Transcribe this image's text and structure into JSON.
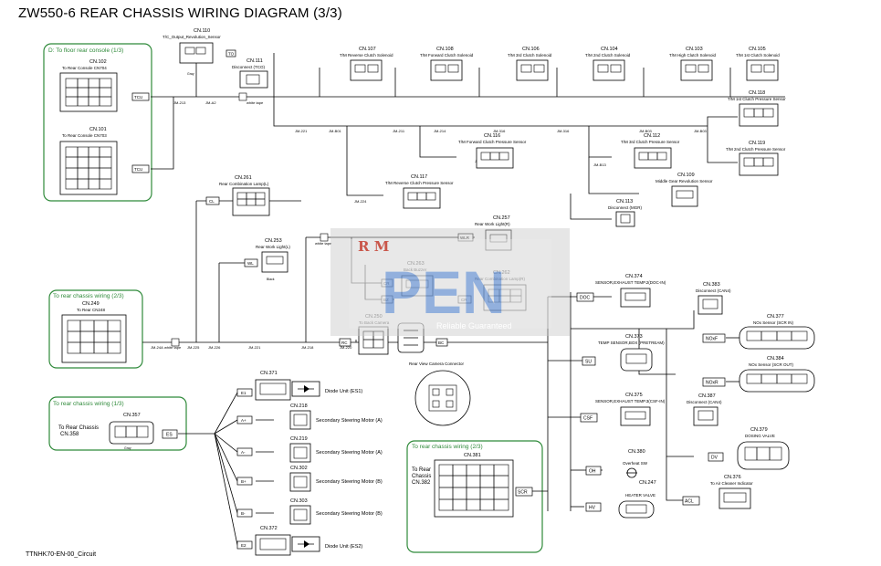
{
  "title": "ZW550-6 REAR CHASSIS WIRING DIAGRAM (3/3)",
  "footer": "TTNHK70-EN-00_Circuit",
  "colors": {
    "group_border": "#2f8a3a",
    "watermark_red": "#c0392b",
    "watermark_blue": "#2f6fcf",
    "watermark_band": "#c9c9c9"
  },
  "groups": {
    "floor_console": "D: To floor rear console (1/3)",
    "rear_chassis_2a": "To rear chassis wiring (2/3)",
    "rear_chassis_1": "To rear chassis wiring (1/3)",
    "rear_chassis_2b": "To rear chassis wiring (2/3)"
  },
  "watermark": {
    "rm": "R M",
    "pen": "PEN",
    "tagline": "Reliable Guaranteed"
  },
  "connectors": {
    "cn110": {
      "id": "CN.110",
      "name": "T/C_Output_Revolution_Sensor"
    },
    "cn111": {
      "id": "CN.111",
      "name": "Disconnect (TCO)"
    },
    "cn102": {
      "id": "CN.102",
      "name": "To Rear Console CN704"
    },
    "cn101": {
      "id": "CN.101",
      "name": "To Rear Console CN703"
    },
    "cn107": {
      "id": "CN.107",
      "name": "T/M Reverse Clutch Solenoid"
    },
    "cn108": {
      "id": "CN.108",
      "name": "T/M Forward Clutch Solenoid"
    },
    "cn106": {
      "id": "CN.106",
      "name": "T/M 3rd Clutch Solenoid"
    },
    "cn104": {
      "id": "CN.104",
      "name": "T/M 2nd Clutch Solenoid"
    },
    "cn103": {
      "id": "CN.103",
      "name": "T/M High Clutch Solenoid"
    },
    "cn105": {
      "id": "CN.105",
      "name": "T/M 1st Clutch Solenoid"
    },
    "cn118": {
      "id": "CN.118",
      "name": "T/M 1st Clutch Pressure Sensor"
    },
    "cn116": {
      "id": "CN.116",
      "name": "T/M Forward Clutch Pressure Sensor"
    },
    "cn112": {
      "id": "CN.112",
      "name": "T/M 3rd Clutch Pressure Sensor"
    },
    "cn119": {
      "id": "CN.119",
      "name": "T/M 2nd Clutch Pressure Sensor"
    },
    "cn117": {
      "id": "CN.117",
      "name": "T/M Reverse Clutch Pressure Sensor"
    },
    "cn109": {
      "id": "CN.109",
      "name": "Middle Gear Revolution Sensor"
    },
    "cn113": {
      "id": "CN.113",
      "name": "Disconnect (MGR)"
    },
    "cn261": {
      "id": "CN.261",
      "name": "Rear Combination Lamp(L)"
    },
    "cn257": {
      "id": "CN.257",
      "name": "Rear Work Light(R)"
    },
    "cn253": {
      "id": "CN.253",
      "name": "Rear Work Light(L)"
    },
    "cn263": {
      "id": "CN.263",
      "name": "Back Buzzer"
    },
    "cn262": {
      "id": "CN.262",
      "name": "Rear Combination Lamp(R)"
    },
    "cn249": {
      "id": "CN.249",
      "name": "To Rear CN248"
    },
    "cn250": {
      "id": "CN.250",
      "name": "To Back Camera"
    },
    "cn374": {
      "id": "CN.374",
      "name": "SENSOR,EXHAUST TEMP.2(DOC-IN)"
    },
    "cn373": {
      "id": "CN.373",
      "name": "TEMP SENSOR,BOX (PRETREAM)"
    },
    "cn375": {
      "id": "CN.375",
      "name": "SENSOR,EXHAUST TEMP.3(CSF-IN)"
    },
    "cn383": {
      "id": "CN.383",
      "name": "Disconnect (CAN4)"
    },
    "cn377": {
      "id": "CN.377",
      "name": "NOx Sensor (SCR IN)"
    },
    "cn384": {
      "id": "CN.384",
      "name": "NOx Sensor (SCR OUT)"
    },
    "cn387": {
      "id": "CN.387",
      "name": "Disconnect (CAN4)"
    },
    "cn379": {
      "id": "CN.379",
      "name": "DOSING VALVE"
    },
    "cn371": {
      "id": "CN.371",
      "name": "Diode Unit (ES1)"
    },
    "cn218": {
      "id": "CN.218",
      "name": "Secondary Steering Motor (A)"
    },
    "cn219": {
      "id": "CN.219",
      "name": "Secondary Steering Motor (A)"
    },
    "cn302": {
      "id": "CN.302",
      "name": "Secondary Steering Motor (B)"
    },
    "cn303": {
      "id": "CN.303",
      "name": "Secondary Steering Motor (B)"
    },
    "cn372": {
      "id": "CN.372",
      "name": "Diode Unit (ES2)"
    },
    "cn357": {
      "id": "CN.357",
      "name": "To Rear Chassis CN.358"
    },
    "cn381": {
      "id": "CN.381",
      "name": "To Rear Chassis CN.382"
    },
    "cn380": {
      "id": "CN.380",
      "name": "Overheat SW"
    },
    "cn247": {
      "id": "CN.247",
      "name": "HEATER VALVE"
    },
    "cn376": {
      "id": "CN.376",
      "name": "To Air Cleaner Indicator"
    }
  },
  "labels": {
    "camera": "Rear View Camera Connector",
    "to_rear_chassis": "To Rear Chassis",
    "cn358": "CN.358",
    "cn382": "CN.382",
    "rear_chassis_a": "To Rear",
    "rear_chassis_b": "Chassis",
    "white_tape": "white tape",
    "gray": "Gray",
    "black": "Black"
  },
  "tags": {
    "tco": "TO",
    "tcu_main": "TCU",
    "tcu_second": "TCU",
    "cl": "CL",
    "wl": "WL",
    "wlr": "WLR",
    "cr": "CR",
    "crp": "CR",
    "bz": "BZ",
    "rc": "RC",
    "bc": "BC",
    "doc": "DOC",
    "su": "SU",
    "csf": "CSF",
    "noxf": "NOxF",
    "noxr": "NOxR",
    "es": "ES",
    "e1": "E1",
    "ap": "A+",
    "am": "A-",
    "bp": "B+",
    "bm": "B-",
    "e2": "E2",
    "oh": "OH",
    "hv": "HV",
    "dv": "DV",
    "acl": "ACL",
    "scr": "SCR"
  }
}
